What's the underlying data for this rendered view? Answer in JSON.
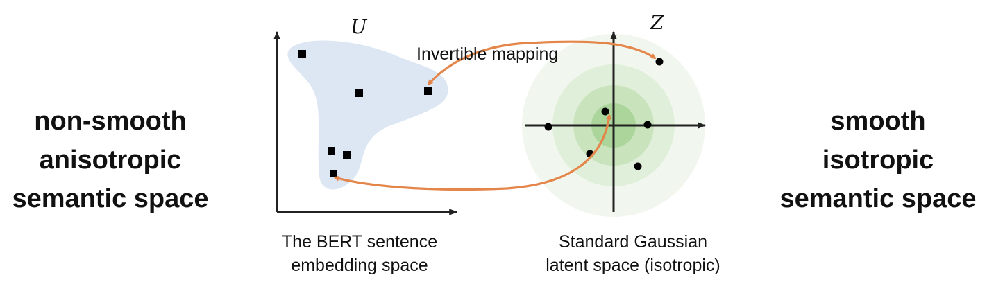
{
  "left_side": {
    "lines": [
      "non-smooth",
      "anisotropic",
      "semantic space"
    ]
  },
  "right_side": {
    "lines": [
      "smooth",
      "isotropic",
      "semantic space"
    ]
  },
  "left_space": {
    "symbol": "U",
    "caption": [
      "The BERT sentence",
      "embedding space"
    ]
  },
  "right_space": {
    "symbol": "Z",
    "caption": [
      "Standard Gaussian",
      "latent space (isotropic)"
    ]
  },
  "mapping_label": "Invertible mapping",
  "colors": {
    "blob": "#dce7f3",
    "arrow": "#e4854a",
    "gauss_outer": "#f1f7ee",
    "gauss_mid": "#e0efd9",
    "gauss_inner": "#c9e3bd",
    "gauss_core": "#acd59c",
    "axis": "#222222",
    "points": "#000000"
  }
}
